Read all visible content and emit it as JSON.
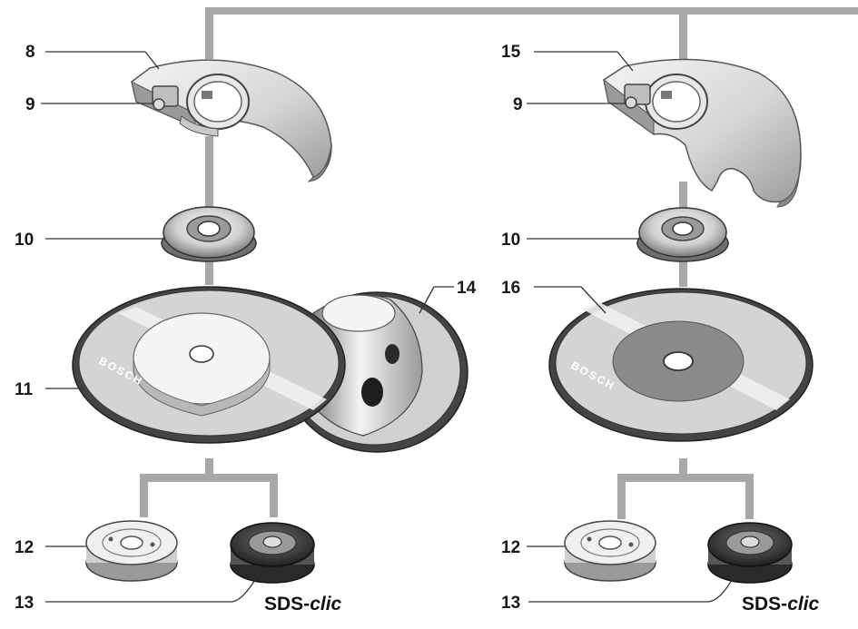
{
  "callouts": {
    "n8": "8",
    "n9": "9",
    "n10": "10",
    "n11": "11",
    "n12": "12",
    "n13": "13",
    "n14": "14",
    "n15": "15",
    "n16": "16"
  },
  "brand": "BOSCH",
  "sds_prefix": "SDS-",
  "sds_suffix": "clic",
  "colors": {
    "connector": "#a8a8a8",
    "disc_outer": "#555555",
    "disc_face": "#d9d9d9",
    "hub": "#f2f2f2",
    "cutting_hub": "#8a8a8a"
  }
}
